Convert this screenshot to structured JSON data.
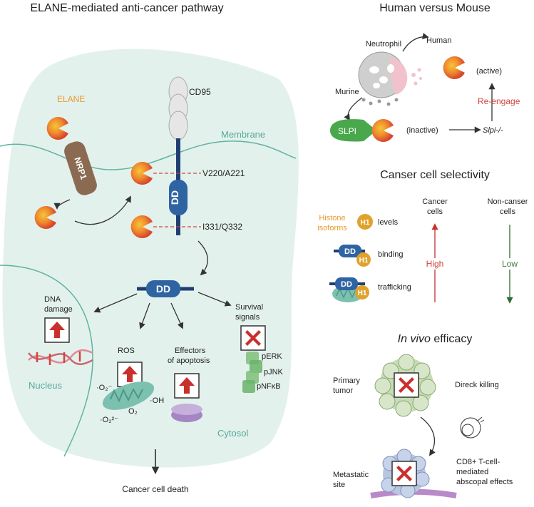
{
  "left": {
    "title": "ELANE-mediated anti-cancer pathway",
    "elane": "ELANE",
    "cd95": "CD95",
    "membrane": "Membrane",
    "nrp1": "NRP1",
    "site1": "V220/A221",
    "site2": "I331/Q332",
    "dd": "DD",
    "dna_line1": "DNA",
    "dna_line2": "damage",
    "ros": "ROS",
    "effectors_line1": "Effectors",
    "effectors_line2": "of apoptosis",
    "survival_line1": "Survival",
    "survival_line2": "signals",
    "perk": "pERK",
    "pjnk": "pJNK",
    "pnfkb": "pNFκB",
    "nucleus": "Nucleus",
    "cytosol": "Cytosol",
    "death": "Cancer cell death",
    "ros_o2": "·O₂⁻",
    "ros_oh": "·OH",
    "ros_o2b": "O₂",
    "ros_o22": "·O₂²⁻"
  },
  "human_mouse": {
    "title": "Human versus Mouse",
    "neutrophil": "Neutrophil",
    "human": "Human",
    "murine": "Murine",
    "active": "(active)",
    "reengage": "Re-engage",
    "slpi": "SLPI",
    "inactive": "(inactive)",
    "slpi_ko": "Slpi-/-"
  },
  "selectivity": {
    "title": "Canser cell selectivity",
    "cancer_line1": "Cancer",
    "cancer_line2": "cells",
    "noncancer_line1": "Non-canser",
    "noncancer_line2": "cells",
    "histone_line1": "Histone",
    "histone_line2": "isoforms",
    "h1": "H1",
    "levels": "levels",
    "binding": "binding",
    "trafficking": "trafficking",
    "dd": "DD",
    "high": "High",
    "low": "Low"
  },
  "invivo": {
    "title_italic": "In vivo",
    "title_rest": " efficacy",
    "primary_line1": "Primary",
    "primary_line2": "tumor",
    "killing": "Direck killing",
    "metastatic_line1": "Metastatic",
    "metastatic_line2": "site",
    "cd8_line1": "CD8+ T-cell-",
    "cd8_line2": "mediated",
    "cd8_line3": "abscopal effects"
  },
  "colors": {
    "cell_fill": "#e3f1ec",
    "membrane_teal": "#5fb3a3",
    "dd_blue": "#2f64a3",
    "elane_red": "#d8452e",
    "elane_orange": "#f2a72f",
    "arrow_red": "#c9302c",
    "slpi_green": "#4aa84c",
    "h1_gold": "#e0a22c",
    "mito_teal": "#7cc1b0"
  }
}
